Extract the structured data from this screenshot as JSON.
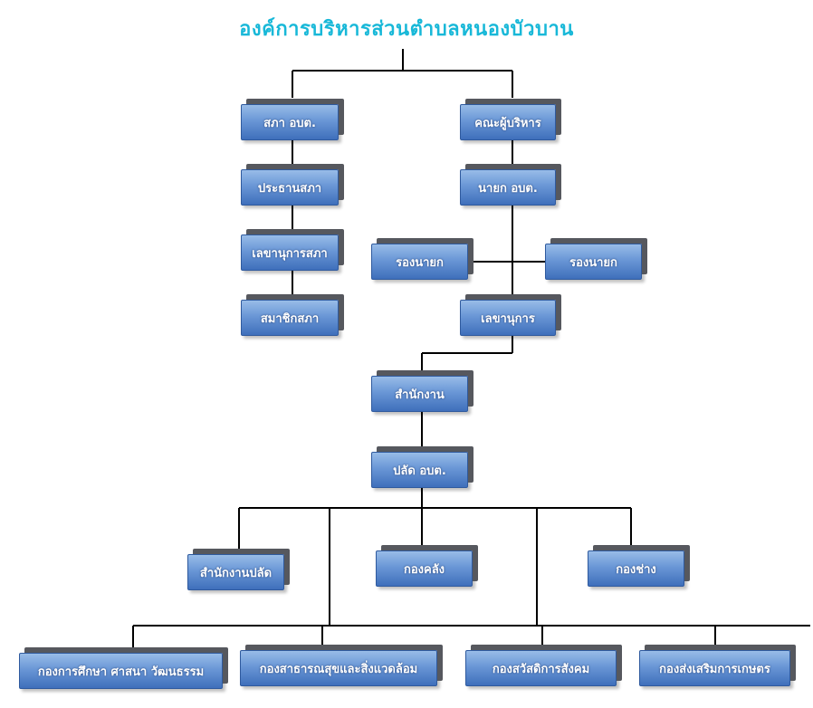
{
  "title": "องค์การบริหารส่วนตำบลหนองบัวบาน",
  "nodes": {
    "sapha": "สภา อบต.",
    "khana": "คณะผู้บริหาร",
    "prathan": "ประธานสภา",
    "nayok": "นายก อบต.",
    "lekha_sapha": "เลขานุการสภา",
    "rong_left": "รองนายก",
    "rong_right": "รองนายก",
    "samachik": "สมาชิกสภา",
    "lekha": "เลขานุการ",
    "samnak": "สำนักงาน",
    "palad": "ปลัด อบต.",
    "samnak_palad": "สำนักงานปลัด",
    "klang": "กองคลัง",
    "chang": "กองช่าง",
    "suksa": "กองการศึกษา ศาสนา วัฒนธรรม",
    "satharanasuk": "กองสาธารณสุขและสิ่งแวดล้อม",
    "sawatdikan": "กองสวัสดิการสังคม",
    "kaset": "กองส่งเสริมการเกษตร"
  }
}
